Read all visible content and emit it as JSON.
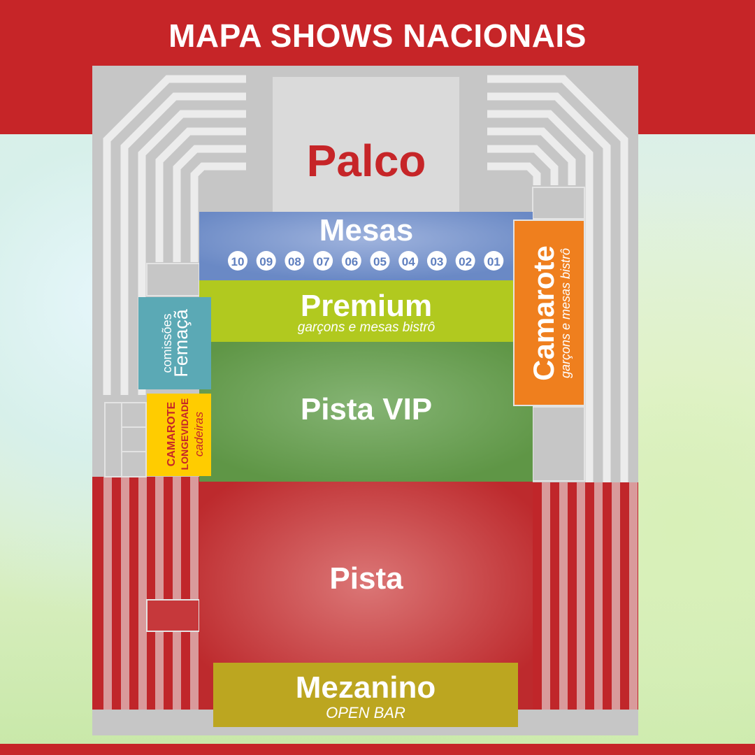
{
  "title": "MAPA SHOWS NACIONAIS",
  "sectors": {
    "palco": {
      "label": "Palco",
      "color": "#c62528"
    },
    "mesas": {
      "label": "Mesas",
      "color": "#6f8cc6",
      "tables": [
        "10",
        "09",
        "08",
        "07",
        "06",
        "05",
        "04",
        "03",
        "02",
        "01"
      ]
    },
    "premium": {
      "label": "Premium",
      "subtitle": "garçons e mesas bistrô",
      "color": "#b1c91f"
    },
    "pista_vip": {
      "label": "Pista VIP",
      "color": "#629a4a"
    },
    "camarote": {
      "label": "Camarote",
      "subtitle": "garçons e mesas bistrô",
      "color": "#ef7f1e"
    },
    "comissoes": {
      "label_small": "comissões",
      "label": "Femaçã",
      "color": "#5ba9b5"
    },
    "camarote_longevidade": {
      "line1": "CAMAROTE",
      "line2": "LONGEVIDADE",
      "line3": "cadeiras",
      "color": "#ffcc00",
      "text_color": "#c62528"
    },
    "pista": {
      "label": "Pista",
      "color": "#c9393c"
    },
    "mezanino": {
      "label": "Mezanino",
      "subtitle": "OPEN BAR",
      "color": "#bca620"
    }
  }
}
